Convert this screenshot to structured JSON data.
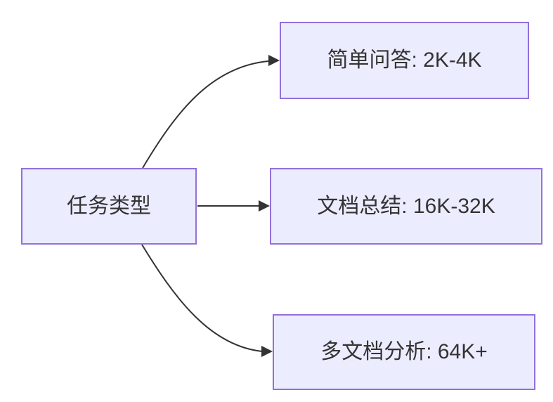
{
  "diagram": {
    "type": "flowchart",
    "direction": "left-to-right",
    "root": {
      "id": "task-type",
      "label": "任务类型"
    },
    "nodes": [
      {
        "id": "simple-qa",
        "label": "简单问答: 2K-4K"
      },
      {
        "id": "doc-summary",
        "label": "文档总结: 16K-32K"
      },
      {
        "id": "multi-doc",
        "label": "多文档分析: 64K+"
      }
    ],
    "edges": [
      {
        "from": "task-type",
        "to": "simple-qa"
      },
      {
        "from": "task-type",
        "to": "doc-summary"
      },
      {
        "from": "task-type",
        "to": "multi-doc"
      }
    ],
    "colors": {
      "node_fill": "#ECECFF",
      "node_border": "#9370DB",
      "edge": "#333333",
      "text": "#333333",
      "background": "#FFFFFF"
    }
  }
}
